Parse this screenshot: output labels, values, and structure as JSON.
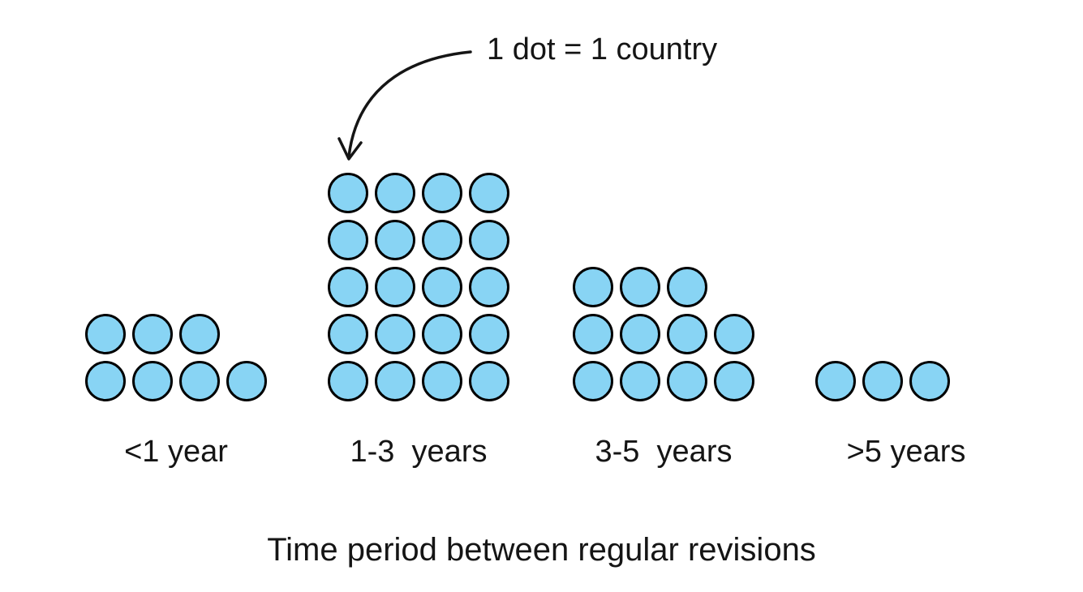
{
  "chart_data": {
    "type": "pictogram_dot_plot",
    "title": "Time period between regular revisions",
    "annotation": "1 dot = 1 country",
    "categories": [
      "<1 year",
      "1-3  years",
      "3-5  years",
      ">5 years"
    ],
    "values": [
      7,
      20,
      11,
      3
    ],
    "max_dots_per_row": 4,
    "dot_color": "#88D4F4",
    "dot_border_color": "#000000",
    "text_color": "#151515",
    "background_color": "#FFFFFF",
    "legend_position": "top-center",
    "row_fill_direction": "bottom-up, remainder on top row, left-aligned"
  }
}
